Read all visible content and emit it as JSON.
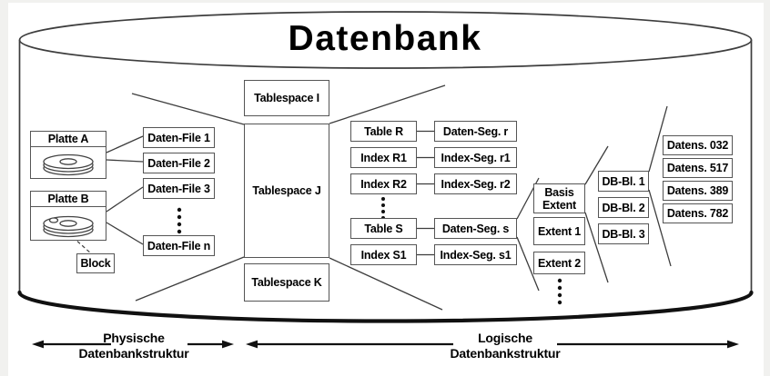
{
  "title": "Datenbank",
  "disks": {
    "a": "Platte A",
    "b": "Platte B"
  },
  "block": "Block",
  "files": [
    "Daten-File 1",
    "Daten-File 2",
    "Daten-File 3",
    "Daten-File n"
  ],
  "tablespaces": [
    "Tablespace I",
    "Tablespace J",
    "Tablespace K"
  ],
  "tables": [
    "Table R",
    "Index R1",
    "Index R2",
    "Table S",
    "Index S1"
  ],
  "segments": [
    "Daten-Seg. r",
    "Index-Seg. r1",
    "Index-Seg. r2",
    "Daten-Seg. s",
    "Index-Seg. s1"
  ],
  "extents": [
    "Basis Extent",
    "Extent 1",
    "Extent 2"
  ],
  "db_blocks": [
    "DB-Bl. 1",
    "DB-Bl. 2",
    "DB-Bl. 3"
  ],
  "records": [
    "Datens. 032",
    "Datens. 517",
    "Datens. 389",
    "Datens. 782"
  ],
  "legend": {
    "physical_line1": "Physische",
    "physical_line2": "Datenbankstruktur",
    "logical_line1": "Logische",
    "logical_line2": "Datenbankstruktur"
  },
  "colors": {
    "stroke": "#3d3d3d",
    "border": "#555555",
    "text": "#000000",
    "background": "#ffffff",
    "frame": "#f1f1ef"
  }
}
